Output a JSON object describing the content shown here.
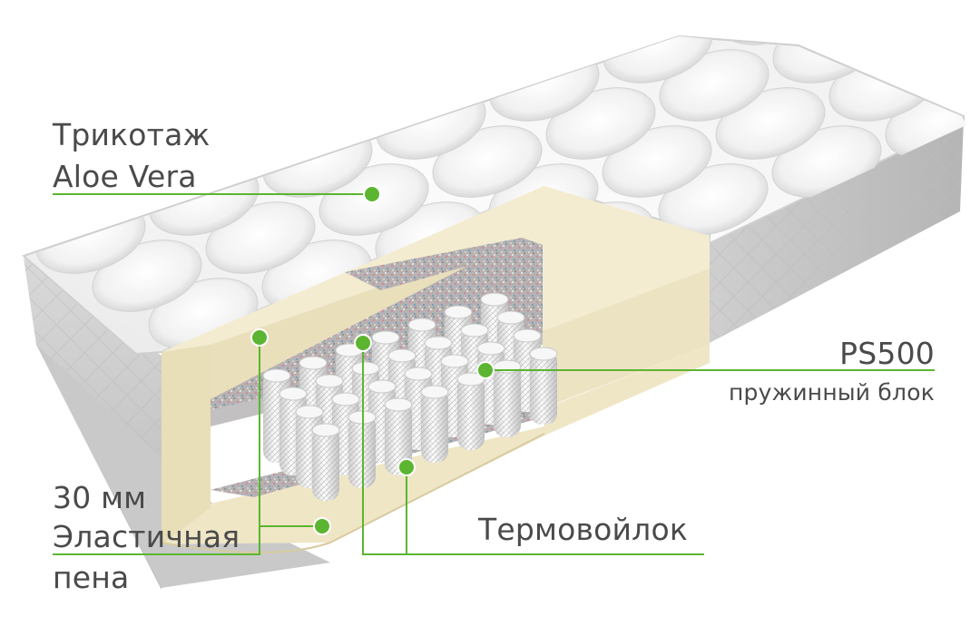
{
  "labels": {
    "cover_line1": "Трикотаж",
    "cover_line2": "Aloe Vera",
    "spring_line1": "PS500",
    "spring_line2": "пружинный блок",
    "foam_line1": "30 мм",
    "foam_line2": "Эластичная",
    "foam_line3": "пена",
    "felt": "Термовойлок"
  },
  "colors": {
    "accent": "#5cb531",
    "text": "#4a4a4a",
    "foam": "#efe7c8",
    "cover": "#f4f4f4",
    "side": "#c9c9c9"
  }
}
